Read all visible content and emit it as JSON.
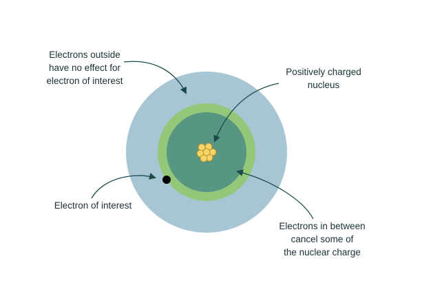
{
  "labels": {
    "electrons_outside": [
      "Electrons outside",
      "have no effect for",
      "electron of interest"
    ],
    "nucleus": [
      "Positively charged",
      "nucleus"
    ],
    "electron_of_interest": [
      "Electron of interest"
    ],
    "electrons_between": [
      "Electrons in between",
      "cancel some of",
      "the nuclear charge"
    ]
  },
  "colors": {
    "outer_shell": "#a7c5d3",
    "middle_shell": "#93c77a",
    "inner_core": "#569682",
    "nucleus_fill": "#f6d468",
    "nucleus_stroke": "#b48a1e",
    "electron": "#000000",
    "arrow": "#1c4a4a",
    "text": "#1a2f36"
  }
}
